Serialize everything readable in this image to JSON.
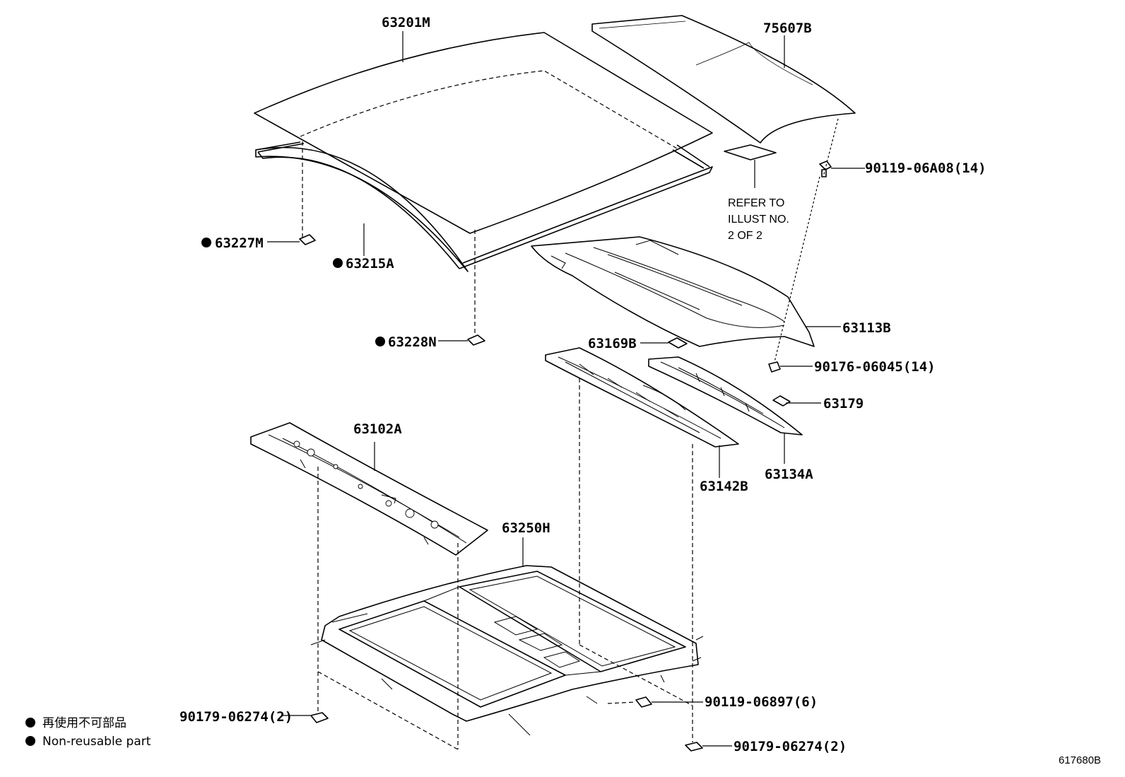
{
  "labels": {
    "p63201M": "63201M",
    "p75607B": "75607B",
    "p90119_06A08": "90119-06A08(14)",
    "p63227M": "63227M",
    "p63215A": "63215A",
    "p63228N": "63228N",
    "p63113B": "63113B",
    "p63169B": "63169B",
    "p90176_06045": "90176-06045(14)",
    "p63179": "63179",
    "p63102A": "63102A",
    "p63142B": "63142B",
    "p63134A": "63134A",
    "p63250H": "63250H",
    "p90119_06897": "90119-06897(6)",
    "p90179_06274_left": "90179-06274(2)",
    "p90179_06274_right": "90179-06274(2)"
  },
  "refer_note": {
    "line1": "REFER TO",
    "line2": "ILLUST NO.",
    "line3": "2 OF 2"
  },
  "legend": {
    "japanese": "再使用不可部品",
    "english": "Non-reusable part"
  },
  "figure_id": "617680B"
}
